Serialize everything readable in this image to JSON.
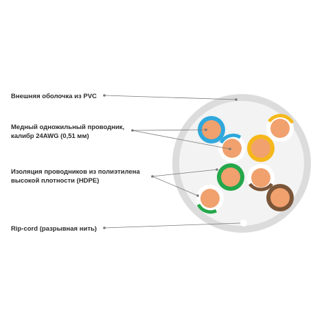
{
  "labels": {
    "jacket": "Внешняя оболочка из PVC",
    "conductor_line1": "Медный одножильный проводник,",
    "conductor_line2": "калибр 24AWG (0,51 мм)",
    "insulation_line1": "Изоляция проводников из полиэтилена",
    "insulation_line2": "высокой плотности (HDPE)",
    "ripcord": "Rip-cord (разрывная нить)"
  },
  "colors": {
    "jacket_ring": "#dcdcdc",
    "jacket_fill": "#f3f3f3",
    "copper": "#f0a16e",
    "blue": "#2fa8dc",
    "orange": "#f5b81c",
    "green": "#24a74a",
    "brown": "#7a5538",
    "leader_line": "#777777",
    "text": "#2b2b2b"
  },
  "conductors": [
    {
      "name": "blue-solid-conductor",
      "insulation": "blue",
      "striped": false
    },
    {
      "name": "blue-white-conductor",
      "insulation": "blue",
      "striped": true
    },
    {
      "name": "orange-white-conductor",
      "insulation": "orange",
      "striped": true
    },
    {
      "name": "orange-solid-conductor",
      "insulation": "orange",
      "striped": false
    },
    {
      "name": "green-solid-conductor",
      "insulation": "green",
      "striped": false
    },
    {
      "name": "green-white-conductor",
      "insulation": "green",
      "striped": true
    },
    {
      "name": "brown-white-conductor",
      "insulation": "brown",
      "striped": true
    },
    {
      "name": "brown-solid-conductor",
      "insulation": "brown",
      "striped": false
    }
  ]
}
